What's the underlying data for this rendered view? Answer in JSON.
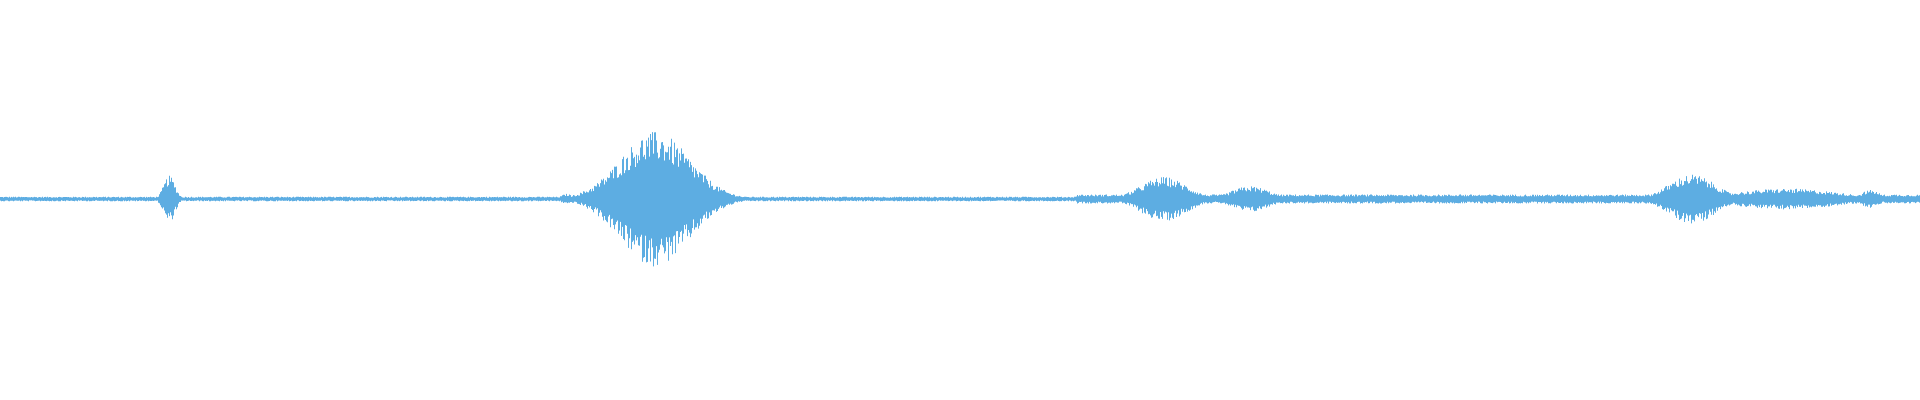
{
  "waveform": {
    "color": "#5DADE2",
    "background": "#FFFFFF",
    "baseline_amplitude": 0.018,
    "events": [
      {
        "center": 0.088,
        "width": 0.003,
        "amplitude": 0.18
      },
      {
        "center": 0.295,
        "width": 0.003,
        "amplitude": 0.04
      },
      {
        "center": 0.341,
        "width": 0.018,
        "amplitude": 0.52
      },
      {
        "center": 0.606,
        "width": 0.012,
        "amplitude": 0.17
      },
      {
        "center": 0.651,
        "width": 0.01,
        "amplitude": 0.1
      },
      {
        "center": 0.76,
        "width": 0.003,
        "amplitude": 0.04
      },
      {
        "center": 0.881,
        "width": 0.012,
        "amplitude": 0.19
      },
      {
        "center": 0.93,
        "width": 0.028,
        "amplitude": 0.08
      },
      {
        "center": 0.974,
        "width": 0.005,
        "amplitude": 0.07
      }
    ],
    "noisy_region": {
      "start": 0.56,
      "end": 1.0,
      "amplitude": 0.035
    }
  }
}
